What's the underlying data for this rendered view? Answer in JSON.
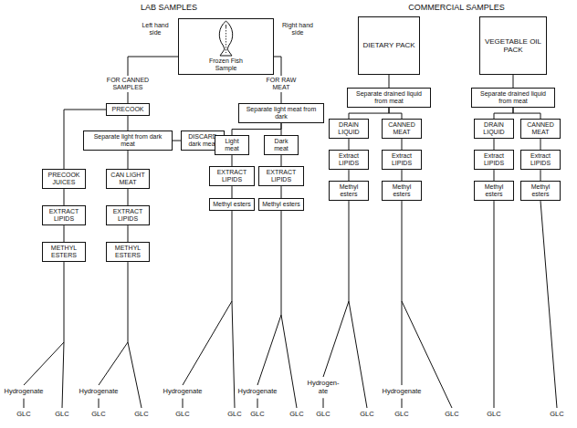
{
  "diagram": {
    "nodes": [
      {
        "text": [
          "Frozen Fish Sample"
        ]
      },
      {
        "text": [
          "PRECOOK"
        ]
      },
      {
        "text": [
          "Separate light from dark meat"
        ]
      },
      {
        "text": [
          "DISCARD dark meat"
        ]
      },
      {
        "text": [
          "PRECOOK JUICES"
        ]
      },
      {
        "text": [
          "CAN LIGHT MEAT"
        ]
      },
      {
        "text": [
          "EXTRACT LIPIDS"
        ]
      },
      {
        "text": [
          "EXTRACT LIPIDS"
        ]
      },
      {
        "text": [
          "METHYL ESTERS"
        ]
      },
      {
        "text": [
          "METHYL ESTERS"
        ]
      },
      {
        "text": [
          "Separate light meat from dark"
        ]
      },
      {
        "text": [
          "Light meat"
        ]
      },
      {
        "text": [
          "Dark meat"
        ]
      },
      {
        "text": [
          "EXTRACT LIPIDS"
        ]
      },
      {
        "text": [
          "EXTRACT LIPIDS"
        ]
      },
      {
        "text": [
          "Methyl esters"
        ]
      },
      {
        "text": [
          "Methyl esters"
        ]
      },
      {
        "text": [
          "DIETARY PACK"
        ]
      },
      {
        "text": [
          "VEGETABLE OIL PACK"
        ]
      },
      {
        "text": [
          "Separate drained liquid from meat"
        ]
      },
      {
        "text": [
          "Separate drained liquid from meat"
        ]
      },
      {
        "text": [
          "DRAIN LIQUID"
        ]
      },
      {
        "text": [
          "CANNED MEAT"
        ]
      },
      {
        "text": [
          "DRAIN LIQUID"
        ]
      },
      {
        "text": [
          "CANNED MEAT"
        ]
      },
      {
        "text": [
          "Extract LIPIDS"
        ]
      },
      {
        "text": [
          "Extract LIPIDS"
        ]
      },
      {
        "text": [
          "Extract LIPIDS"
        ]
      },
      {
        "text": [
          "Extract LIPIDS"
        ]
      },
      {
        "text": [
          "Methyl esters"
        ]
      },
      {
        "text": [
          "Methyl esters"
        ]
      },
      {
        "text": [
          "Methyl esters"
        ]
      },
      {
        "text": [
          "Methyl esters"
        ]
      }
    ],
    "edges": [
      {
        "from": 0,
        "to": 1,
        "arrow": "none",
        "label": "FOR CANNED SAMPLES"
      },
      {
        "from": 0,
        "to": 10,
        "arrow": "none",
        "label": "FOR RAW MEAT"
      },
      {
        "from": 1,
        "to": 2,
        "arrow": "none"
      },
      {
        "from": 1,
        "to": 4,
        "arrow": "none"
      },
      {
        "from": 2,
        "to": 3,
        "arrow": "none"
      },
      {
        "from": 2,
        "to": 5,
        "arrow": "none"
      },
      {
        "from": 4,
        "to": 6,
        "arrow": "none"
      },
      {
        "from": 5,
        "to": 7,
        "arrow": "none"
      },
      {
        "from": 6,
        "to": 8,
        "arrow": "none"
      },
      {
        "from": 7,
        "to": 9,
        "arrow": "none"
      },
      {
        "from": 10,
        "to": 11,
        "arrow": "none"
      },
      {
        "from": 10,
        "to": 12,
        "arrow": "none"
      },
      {
        "from": 11,
        "to": 13,
        "arrow": "none"
      },
      {
        "from": 12,
        "to": 14,
        "arrow": "none"
      },
      {
        "from": 13,
        "to": 15,
        "arrow": "none"
      },
      {
        "from": 14,
        "to": 16,
        "arrow": "none"
      },
      {
        "from": 17,
        "to": 19,
        "arrow": "none"
      },
      {
        "from": 19,
        "to": 21,
        "arrow": "none"
      },
      {
        "from": 19,
        "to": 22,
        "arrow": "none"
      },
      {
        "from": 21,
        "to": 25,
        "arrow": "none"
      },
      {
        "from": 22,
        "to": 26,
        "arrow": "none"
      },
      {
        "from": 25,
        "to": 29,
        "arrow": "none"
      },
      {
        "from": 26,
        "to": 30,
        "arrow": "none"
      },
      {
        "from": 18,
        "to": 20,
        "arrow": "none"
      },
      {
        "from": 20,
        "to": 23,
        "arrow": "none"
      },
      {
        "from": 20,
        "to": 24,
        "arrow": "none"
      },
      {
        "from": 23,
        "to": 27,
        "arrow": "none"
      },
      {
        "from": 24,
        "to": 28,
        "arrow": "none"
      },
      {
        "from": 27,
        "to": 31,
        "arrow": "none"
      },
      {
        "from": 28,
        "to": 32,
        "arrow": "none"
      }
    ],
    "labels": [
      "LAB SAMPLES",
      "COMMERCIAL SAMPLES",
      "Left hand side",
      "Right hand side",
      "Hydrogenate",
      "Hydrogenate",
      "Hydrogenate",
      "Hydrogenate",
      "Hydrogen-ate",
      "Hydrogenate",
      "GLC",
      "GLC",
      "GLC",
      "GLC",
      "GLC",
      "GLC",
      "GLC",
      "GLC",
      "GLC",
      "GLC",
      "GLC",
      "GLC",
      "GLC",
      "GLC"
    ]
  }
}
